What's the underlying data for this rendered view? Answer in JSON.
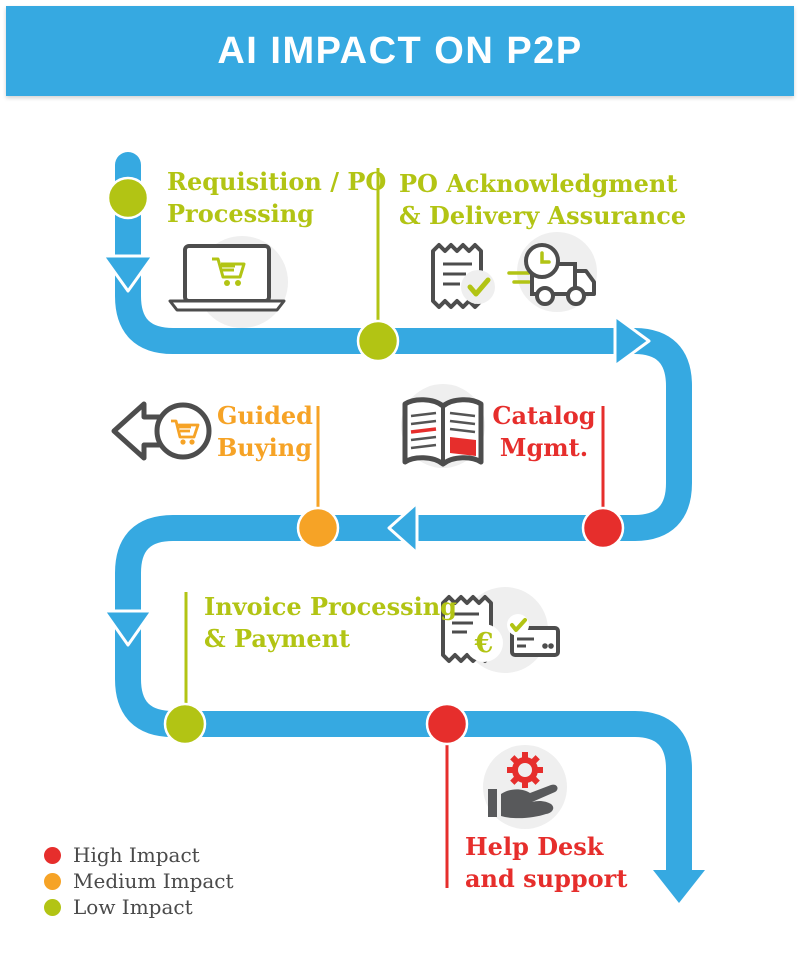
{
  "title": "AI IMPACT ON P2P",
  "stages": [
    {
      "name": "requisition-po-processing",
      "label": "Requisition / PO\nProcessing",
      "impact": "low",
      "icon": "laptop-shopping-cart-icon"
    },
    {
      "name": "po-acknowledgment-delivery-assurance",
      "label": "PO Acknowledgment\n& Delivery Assurance",
      "impact": "low",
      "icon": "receipt-checkmark-icon, delivery-truck-clock-icon"
    },
    {
      "name": "guided-buying",
      "label": "Guided\nBuying",
      "impact": "medium",
      "icon": "left-arrow-shopping-cart-icon"
    },
    {
      "name": "catalog-mgmt",
      "label": "Catalog\nMgmt.",
      "impact": "high",
      "icon": "open-catalog-book-icon"
    },
    {
      "name": "invoice-processing-payment",
      "label": "Invoice Processing\n& Payment",
      "impact": "low",
      "icon": "invoice-euro-icon, credit-card-check-icon"
    },
    {
      "name": "help-desk-support",
      "label": "Help Desk\nand support",
      "impact": "high",
      "icon": "hand-gear-icon"
    }
  ],
  "legend": {
    "items": [
      {
        "label": "High Impact",
        "color": "#E62E2C"
      },
      {
        "label": "Medium Impact",
        "color": "#F6A326"
      },
      {
        "label": "Low Impact",
        "color": "#B2C414"
      }
    ]
  },
  "colors": {
    "header_blue": "#36A9E1",
    "flow_path_blue": "#36A9E1",
    "low_impact_green": "#B2C414",
    "medium_impact_orange": "#F6A326",
    "high_impact_red": "#E62E2C",
    "icon_gray": "#4D4D4D",
    "icon_circle_bg": "#EFEFEF",
    "legend_text": "#4A4A4A",
    "title_text": "#FFFFFF"
  }
}
